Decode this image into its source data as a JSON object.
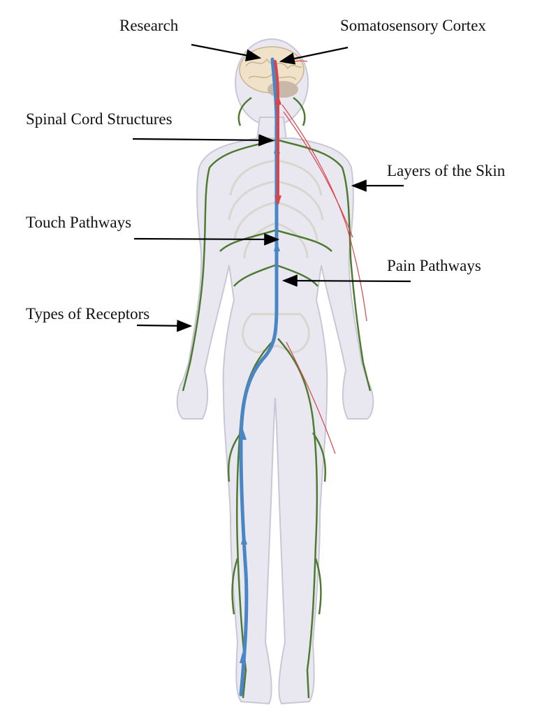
{
  "diagram": {
    "labels": {
      "research": "Research",
      "somatosensory_cortex": "Somatosensory Cortex",
      "spinal_cord_structures": "Spinal Cord Structures",
      "layers_of_skin": "Layers of the Skin",
      "touch_pathways": "Touch Pathways",
      "pain_pathways": "Pain Pathways",
      "types_of_receptors": "Types of Receptors"
    },
    "colors": {
      "body_fill": "#e9e8f1",
      "body_outline": "#c9c7d6",
      "nerve": "#4f7a32",
      "touch_pathway": "#4a86c5",
      "pain_pathway": "#d9434a",
      "brain": "#efe2c8",
      "bone": "#d8d6cf"
    }
  }
}
